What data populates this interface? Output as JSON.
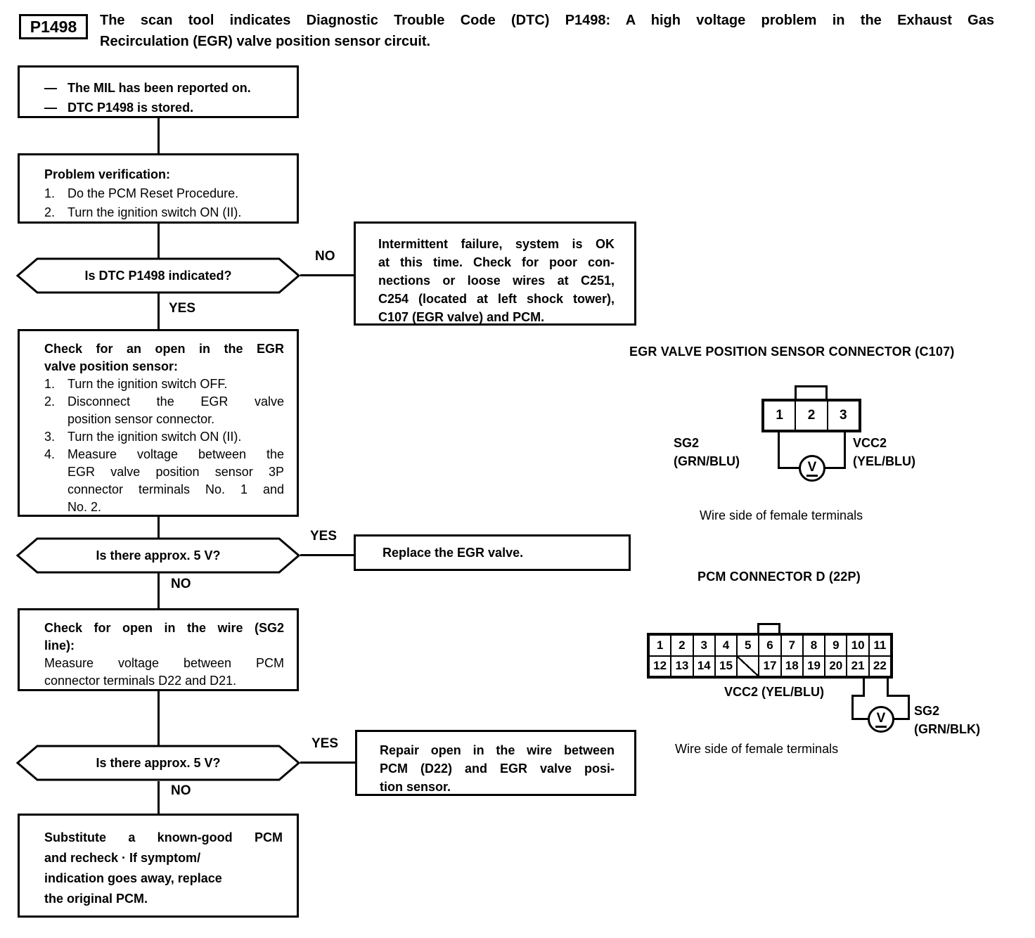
{
  "labels": {
    "yes": "YES",
    "no": "NO"
  },
  "header": {
    "code": "P1498",
    "line1": "The scan tool indicates Diagnostic Trouble Code (DTC) P1498: A high voltage problem in the Exhaust Gas",
    "line2": "Recirculation (EGR) valve position sensor circuit."
  },
  "flow": {
    "mil_box": {
      "items": [
        {
          "bullet": "—",
          "text": "The MIL has been reported on."
        },
        {
          "bullet": "—",
          "text": "DTC P1498 is stored."
        }
      ]
    },
    "problem_box": {
      "title": "Problem verification:",
      "items": [
        {
          "num": "1.",
          "text": "Do the PCM Reset Procedure."
        },
        {
          "num": "2.",
          "text": "Turn the ignition switch ON (II)."
        }
      ]
    },
    "dtc_decision": {
      "question": "Is DTC P1498 indicated?"
    },
    "intermittent_box": {
      "lines": [
        "Intermittent failure, system is OK",
        "at this time. Check for poor con-",
        "nections or loose wires at C251,",
        "C254 (located at left shock tower),",
        "C107 (EGR valve) and PCM."
      ]
    },
    "check_open_box": {
      "title_lines": [
        "Check for an open in the EGR",
        "valve position sensor:"
      ],
      "items": [
        {
          "num": "1.",
          "lines": [
            "Turn the ignition switch OFF."
          ]
        },
        {
          "num": "2.",
          "lines": [
            "Disconnect the EGR valve",
            "position sensor connector."
          ]
        },
        {
          "num": "3.",
          "lines": [
            "Turn the ignition switch ON (II)."
          ]
        },
        {
          "num": "4.",
          "lines": [
            "Measure voltage between the",
            "EGR valve position sensor 3P",
            "connector terminals No. 1 and",
            "No. 2."
          ]
        }
      ]
    },
    "approx5v_decision_1": {
      "question": "Is there approx. 5 V?"
    },
    "replace_box": {
      "text": "Replace the EGR valve."
    },
    "sg2_box": {
      "title_lines": [
        "Check for open in the wire (SG2",
        "line):"
      ],
      "body_lines": [
        "Measure voltage between PCM",
        "connector terminals D22 and D21."
      ]
    },
    "approx5v_decision_2": {
      "question": "Is there approx. 5 V?"
    },
    "repair_box": {
      "lines": [
        "Repair open in the wire between",
        "PCM (D22) and EGR valve posi-",
        "tion sensor."
      ]
    },
    "substitute_box": {
      "lines": [
        "Substitute a known-good PCM",
        "and recheck · If symptom/",
        "indication goes away, replace",
        "the original PCM."
      ]
    }
  },
  "egr_diagram": {
    "title": "EGR VALVE POSITION SENSOR CONNECTOR (C107)",
    "pins": [
      "1",
      "2",
      "3"
    ],
    "left_label_line1": "SG2",
    "left_label_line2": "(GRN/BLU)",
    "right_label_line1": "VCC2",
    "right_label_line2": "(YEL/BLU)",
    "meter": "V",
    "caption": "Wire side of female terminals"
  },
  "pcm_diagram": {
    "title": "PCM CONNECTOR D (22P)",
    "row1": [
      "1",
      "2",
      "3",
      "4",
      "5",
      "6",
      "7",
      "8",
      "9",
      "10",
      "11"
    ],
    "row2": [
      "12",
      "13",
      "14",
      "15",
      "",
      "17",
      "18",
      "19",
      "20",
      "21",
      "22"
    ],
    "wire_label": "VCC2 (YEL/BLU)",
    "meter_label_line1": "SG2",
    "meter_label_line2": "(GRN/BLK)",
    "meter": "V",
    "caption": "Wire side of female terminals"
  }
}
